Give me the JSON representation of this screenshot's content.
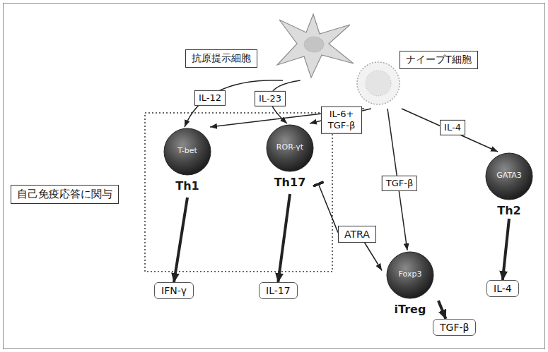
{
  "diagram": {
    "nodes": [
      {
        "text": [
          "抗原提示細胞"
        ]
      },
      {
        "text": [
          "ナイーブT細胞"
        ]
      },
      {
        "text": [
          "自己免疫応答に関与"
        ]
      },
      {
        "text": [
          "T-bet",
          "Th1"
        ]
      },
      {
        "text": [
          "ROR-γt",
          "Th17"
        ]
      },
      {
        "text": [
          "ATRA"
        ]
      },
      {
        "text": [
          "Foxp3",
          "iTreg"
        ]
      },
      {
        "text": [
          "GATA3",
          "Th2"
        ]
      },
      {
        "text": [
          "IFN-γ"
        ]
      },
      {
        "text": [
          "IL-17"
        ]
      },
      {
        "text": [
          "TGF-β"
        ]
      },
      {
        "text": [
          "IL-4"
        ]
      }
    ],
    "edges": [
      {
        "from": 0,
        "to": 3,
        "arrow": "to",
        "label": "IL-12"
      },
      {
        "from": 0,
        "to": 4,
        "arrow": "to",
        "label": "IL-23"
      },
      {
        "from": 1,
        "to": 3,
        "arrow": "to"
      },
      {
        "from": 1,
        "to": 4,
        "arrow": "to",
        "label": "IL-6+ TGF-β"
      },
      {
        "from": 1,
        "to": 6,
        "arrow": "to",
        "label": "TGF-β"
      },
      {
        "from": 1,
        "to": 7,
        "arrow": "to",
        "label": "IL-4"
      },
      {
        "from": 5,
        "to": 4,
        "arrow": "to"
      },
      {
        "from": 5,
        "to": 6,
        "arrow": "to"
      },
      {
        "from": 3,
        "to": 8,
        "arrow": "to"
      },
      {
        "from": 4,
        "to": 9,
        "arrow": "to"
      },
      {
        "from": 6,
        "to": 10,
        "arrow": "to"
      },
      {
        "from": 7,
        "to": 11,
        "arrow": "to"
      }
    ]
  }
}
